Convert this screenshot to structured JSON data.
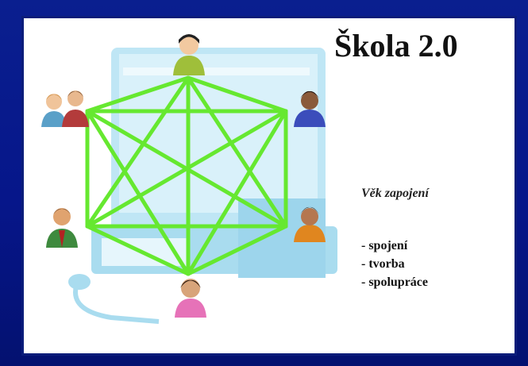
{
  "title": "Škola 2.0",
  "subtitle": "Věk zapojení",
  "bullets": [
    "- spojení",
    "- tvorba",
    "- spolupráce"
  ],
  "colors": {
    "background": "#06168a",
    "network_lines": "#66e830",
    "computer_illustration": "#a9dcef"
  },
  "icons": [
    "person-top-icon",
    "person-top-right-icon",
    "person-bottom-right-icon",
    "person-bottom-icon",
    "person-bottom-left-icon",
    "couple-top-left-icon"
  ]
}
